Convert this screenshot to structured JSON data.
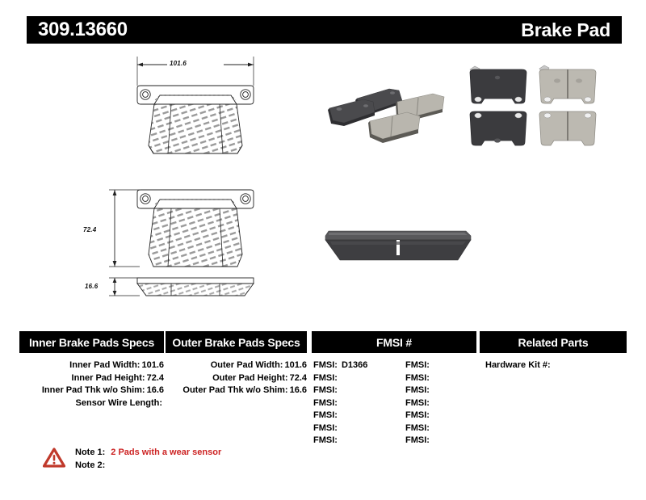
{
  "header": {
    "part_number": "309.13660",
    "title": "Brake Pad"
  },
  "drawing": {
    "width_dim": "101.6",
    "height_dim": "72.4",
    "thickness_dim": "16.6",
    "views": [
      {
        "name": "top-view-pad",
        "dimension_label": "101.6"
      },
      {
        "name": "front-view-pad",
        "dimension_label": "72.4"
      },
      {
        "name": "edge-view-pad",
        "dimension_label": "16.6"
      }
    ]
  },
  "photos": [
    {
      "name": "product-photo-angled-set",
      "caption": ""
    },
    {
      "name": "product-photo-topdown-set",
      "caption": ""
    },
    {
      "name": "product-photo-edge-profile",
      "caption": ""
    }
  ],
  "table": {
    "headers": [
      "Inner Brake Pads Specs",
      "Outer Brake Pads Specs",
      "FMSI #",
      "Related Parts"
    ],
    "inner_specs": [
      {
        "label": "Inner Pad Width:",
        "value": "101.6"
      },
      {
        "label": "Inner Pad Height:",
        "value": "72.4"
      },
      {
        "label": "Inner Pad Thk w/o Shim:",
        "value": "16.6"
      },
      {
        "label": "Sensor Wire Length:",
        "value": ""
      }
    ],
    "outer_specs": [
      {
        "label": "Outer Pad Width:",
        "value": "101.6"
      },
      {
        "label": "Outer Pad Height:",
        "value": "72.4"
      },
      {
        "label": "Outer Pad Thk w/o Shim:",
        "value": "16.6"
      },
      {
        "label": "",
        "value": ""
      }
    ],
    "fmsi_column_a": [
      {
        "label": "FMSI:",
        "value": "D1366"
      },
      {
        "label": "FMSI:",
        "value": ""
      },
      {
        "label": "FMSI:",
        "value": ""
      },
      {
        "label": "FMSI:",
        "value": ""
      },
      {
        "label": "FMSI:",
        "value": ""
      },
      {
        "label": "FMSI:",
        "value": ""
      },
      {
        "label": "FMSI:",
        "value": ""
      }
    ],
    "fmsi_column_b": [
      {
        "label": "FMSI:",
        "value": ""
      },
      {
        "label": "FMSI:",
        "value": ""
      },
      {
        "label": "FMSI:",
        "value": ""
      },
      {
        "label": "FMSI:",
        "value": ""
      },
      {
        "label": "FMSI:",
        "value": ""
      },
      {
        "label": "FMSI:",
        "value": ""
      },
      {
        "label": "FMSI:",
        "value": ""
      }
    ],
    "related_parts": [
      {
        "label": "Hardware Kit #:",
        "value": ""
      }
    ]
  },
  "notes": [
    {
      "label": "Note 1:",
      "value": "2 Pads with a wear sensor"
    },
    {
      "label": "Note 2:",
      "value": ""
    }
  ],
  "colors": {
    "header_bg": "#000000",
    "header_text": "#ffffff",
    "note_accent": "#cc2222",
    "warning_icon": "#cc2222",
    "page_bg": "#ffffff"
  }
}
